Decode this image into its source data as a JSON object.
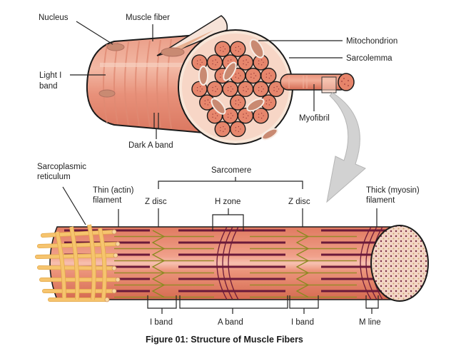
{
  "figure": {
    "caption": "Figure 01: Structure of Muscle Fibers",
    "colors": {
      "fiber": "#e8907a",
      "fiber_light": "#f3b8a4",
      "cross_section": "#f7d2c4",
      "myofibril": "#e37c63",
      "thick_filament": "#6b1a3a",
      "thin_filament": "#9a8a2a",
      "sarcoplasmic_reticulum": "#f6c46e",
      "arrow": "#cfcfcf"
    }
  },
  "top_labels": {
    "nucleus": "Nucleus",
    "muscle_fiber": "Muscle fiber",
    "light_i_band_1": "Light I",
    "light_i_band_2": "band",
    "dark_a_band": "Dark A band",
    "mitochondrion": "Mitochondrion",
    "sarcolemma": "Sarcolemma",
    "myofibril": "Myofibril"
  },
  "bottom_labels": {
    "sarcoplasmic_1": "Sarcoplasmic",
    "sarcoplasmic_2": "reticulum",
    "thin_1": "Thin (actin)",
    "thin_2": "filament",
    "z_disc_left": "Z disc",
    "sarcomere": "Sarcomere",
    "h_zone": "H zone",
    "z_disc_right": "Z disc",
    "thick_1": "Thick (myosin)",
    "thick_2": "filament",
    "i_band_left": "I band",
    "a_band": "A band",
    "i_band_right": "I band",
    "m_line": "M line"
  }
}
